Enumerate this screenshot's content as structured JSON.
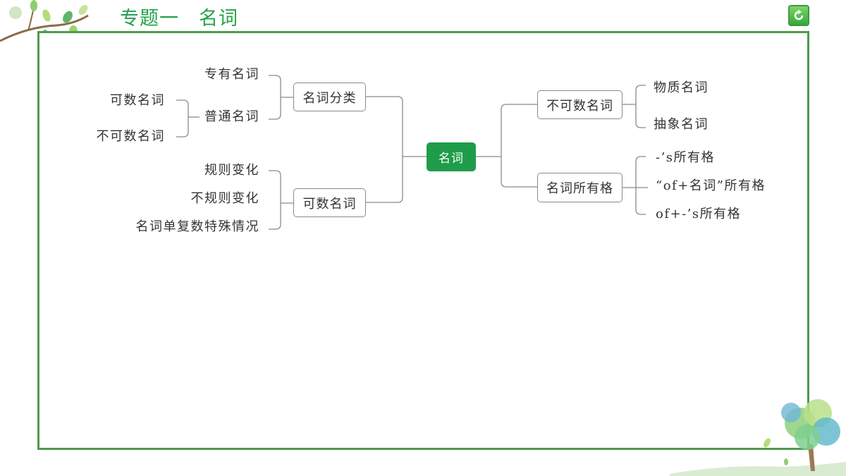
{
  "header": {
    "title": "专题一　名词"
  },
  "colors": {
    "accent": "#23a14a",
    "frame": "#4e9a4e",
    "root_fill": "#1f9c4a",
    "line": "#8a8a8a"
  },
  "diagram": {
    "root": "名词",
    "left": {
      "classification": {
        "label": "名词分类",
        "children": {
          "proper": "专有名词",
          "common": {
            "label": "普通名词",
            "children": [
              "可数名词",
              "不可数名词"
            ]
          }
        }
      },
      "countable": {
        "label": "可数名词",
        "children": [
          "规则变化",
          "不规则变化",
          "名词单复数特殊情况"
        ]
      }
    },
    "right": {
      "uncountable": {
        "label": "不可数名词",
        "children": [
          "物质名词",
          "抽象名词"
        ]
      },
      "possessive": {
        "label": "名词所有格",
        "children": [
          "-’s所有格",
          "“of+名词”所有格",
          "of+-’s所有格"
        ]
      }
    }
  },
  "icons": {
    "refresh": "refresh-icon",
    "branch_decoration": "leafy-branch-icon",
    "tree_decoration": "tree-icon"
  }
}
